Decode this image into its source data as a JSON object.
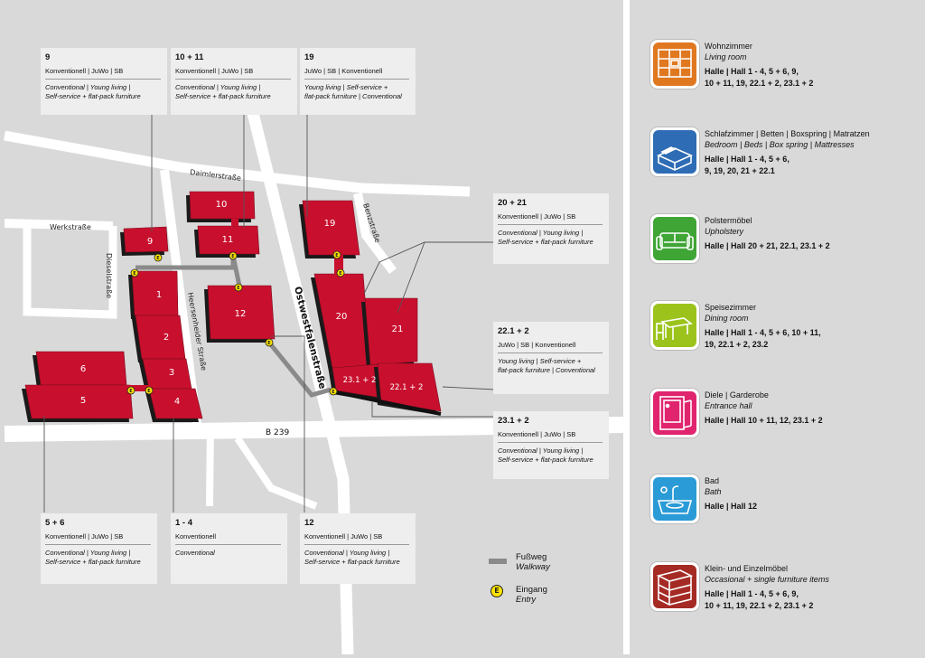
{
  "map": {
    "halls": [
      {
        "id": "9",
        "label": "9"
      },
      {
        "id": "10",
        "label": "10"
      },
      {
        "id": "11",
        "label": "11"
      },
      {
        "id": "12",
        "label": "12"
      },
      {
        "id": "1",
        "label": "1"
      },
      {
        "id": "2",
        "label": "2"
      },
      {
        "id": "3",
        "label": "3"
      },
      {
        "id": "4",
        "label": "4"
      },
      {
        "id": "5",
        "label": "5"
      },
      {
        "id": "6",
        "label": "6"
      },
      {
        "id": "19",
        "label": "19"
      },
      {
        "id": "20",
        "label": "20"
      },
      {
        "id": "21",
        "label": "21"
      },
      {
        "id": "23.1+2",
        "label": "23.1 + 2"
      },
      {
        "id": "22.1+2",
        "label": "22.1 + 2"
      }
    ],
    "streets": {
      "daimler": "Daimlerstraße",
      "werk": "Werkstraße",
      "diesel": "Dieselstraße",
      "heerse": "Heersenheider Straße",
      "ostwest": "Ostwestfalenstraße",
      "benz": "Benzstraße",
      "b239": "B 239"
    },
    "entry_letter": "E",
    "colors": {
      "hall": "#c8102e",
      "hall_side": "#1a1a1a",
      "road": "#ffffff",
      "walkway": "#8a8a8a",
      "entry": "#ffe500"
    }
  },
  "info_boxes": [
    {
      "title": "9",
      "de": "Konventionell | JuWo | SB",
      "en1": "Conventional | Young living |",
      "en2": "Self-service + flat-pack furniture",
      "en3": ""
    },
    {
      "title": "10 + 11",
      "de": "Konventionell | JuWo | SB",
      "en1": "Conventional | Young living |",
      "en2": "Self-service + flat-pack furniture",
      "en3": ""
    },
    {
      "title": "19",
      "de": "JuWo | SB | Konventionell",
      "en1": "Young living | Self-service +",
      "en2": "flat-pack furniture | Conventional",
      "en3": ""
    },
    {
      "title": "20 + 21",
      "de": "Konventionell | JuWo | SB",
      "en1": "Conventional | Young living |",
      "en2": "Self-service + flat-pack furniture",
      "en3": ""
    },
    {
      "title": "22.1 + 2",
      "de": "JuWo | SB | Konventionell",
      "en1": "Young living | Self-service +",
      "en2": "flat-pack furniture | Conventional",
      "en3": ""
    },
    {
      "title": "23.1 + 2",
      "de": "Konventionell | JuWo | SB",
      "en1": "Conventional | Young living |",
      "en2": "Self-service + flat-pack furniture",
      "en3": ""
    },
    {
      "title": "5 + 6",
      "de": "Konventionell | JuWo | SB",
      "en1": "Conventional | Young living |",
      "en2": "Self-service + flat-pack furniture",
      "en3": ""
    },
    {
      "title": "1 - 4",
      "de": "Konventionell",
      "en1": "Conventional",
      "en2": "",
      "en3": ""
    },
    {
      "title": "12",
      "de": "Konventionell | JuWo | SB",
      "en1": "Conventional | Young living |",
      "en2": "Self-service + flat-pack furniture",
      "en3": ""
    }
  ],
  "map_legend": {
    "walkway_de": "Fußweg",
    "walkway_en": "Walkway",
    "entry_de": "Eingang",
    "entry_en": "Entry",
    "entry_letter": "E"
  },
  "categories": [
    {
      "icon": "living-room-icon",
      "color": "#e07820",
      "de": "Wohnzimmer",
      "en": "Living room",
      "halls1": "Halle | Hall 1 - 4, 5 + 6, 9,",
      "halls2": "10 + 11, 19, 22.1 + 2, 23.1 + 2"
    },
    {
      "icon": "bedroom-icon",
      "color": "#2e6cb5",
      "de": "Schlafzimmer | Betten | Boxspring | Matratzen",
      "en": "Bedroom | Beds | Box spring | Mattresses",
      "halls1": "Halle | Hall 1 - 4, 5 + 6,",
      "halls2": "9, 19, 20, 21 + 22.1"
    },
    {
      "icon": "upholstery-icon",
      "color": "#3fa535",
      "de": "Polstermöbel",
      "en": "Upholstery",
      "halls1": "Halle | Hall 20 + 21, 22.1, 23.1 + 2",
      "halls2": ""
    },
    {
      "icon": "dining-room-icon",
      "color": "#9bc31c",
      "de": "Speisezimmer",
      "en": "Dining room",
      "halls1": "Halle | Hall 1 - 4, 5 + 6, 10 + 11,",
      "halls2": "19, 22.1 + 2, 23.2"
    },
    {
      "icon": "entrance-hall-icon",
      "color": "#e0246e",
      "de": "Diele | Garderobe",
      "en": "Entrance hall",
      "halls1": "Halle | Hall 10 + 11, 12, 23.1 + 2",
      "halls2": ""
    },
    {
      "icon": "bath-icon",
      "color": "#2a9bd6",
      "de": "Bad",
      "en": "Bath",
      "halls1": "Halle | Hall 12",
      "halls2": ""
    },
    {
      "icon": "occasional-furniture-icon",
      "color": "#a52a24",
      "de": "Klein- und Einzelmöbel",
      "en": "Occasional + single furniture items",
      "halls1": "Halle | Hall 1 - 4, 5 + 6, 9,",
      "halls2": "10 + 11, 19, 22.1 + 2, 23.1 + 2"
    }
  ]
}
